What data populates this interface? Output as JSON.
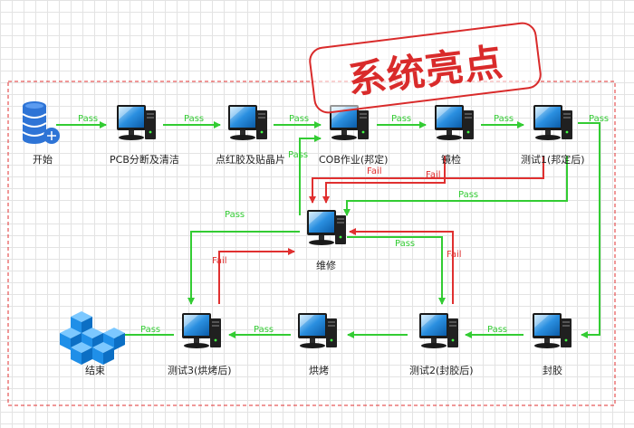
{
  "stamp": {
    "text": "系统亮点"
  },
  "nodes": {
    "start": "开始",
    "pcb": "PCB分断及清洁",
    "glue": "点红胶及贴晶片",
    "cob": "COB作业(邦定)",
    "inspect": "镜检",
    "test1": "测试1(邦定后)",
    "repair": "维修",
    "seal": "封胶",
    "test2": "测试2(封胶后)",
    "bake": "烘烤",
    "test3": "测试3(烘烤后)",
    "end": "结束"
  },
  "edges": {
    "e1": "Pass",
    "e2": "Pass",
    "e3": "Pass",
    "e4": "Pass",
    "e5": "Pass",
    "e6": "Pass",
    "e7": "Pass",
    "e8": "Pass",
    "e9": "Pass",
    "e10": "Pass",
    "e11": "Pass",
    "e12": "Pass",
    "e13": "Pass",
    "f1": "Fail",
    "f2": "Fail",
    "f3": "Fail",
    "f4": "Fail"
  },
  "colors": {
    "pass": "#33cc33",
    "fail": "#e03030",
    "frame": "#e03030",
    "icon": "blue-computer-icon"
  }
}
